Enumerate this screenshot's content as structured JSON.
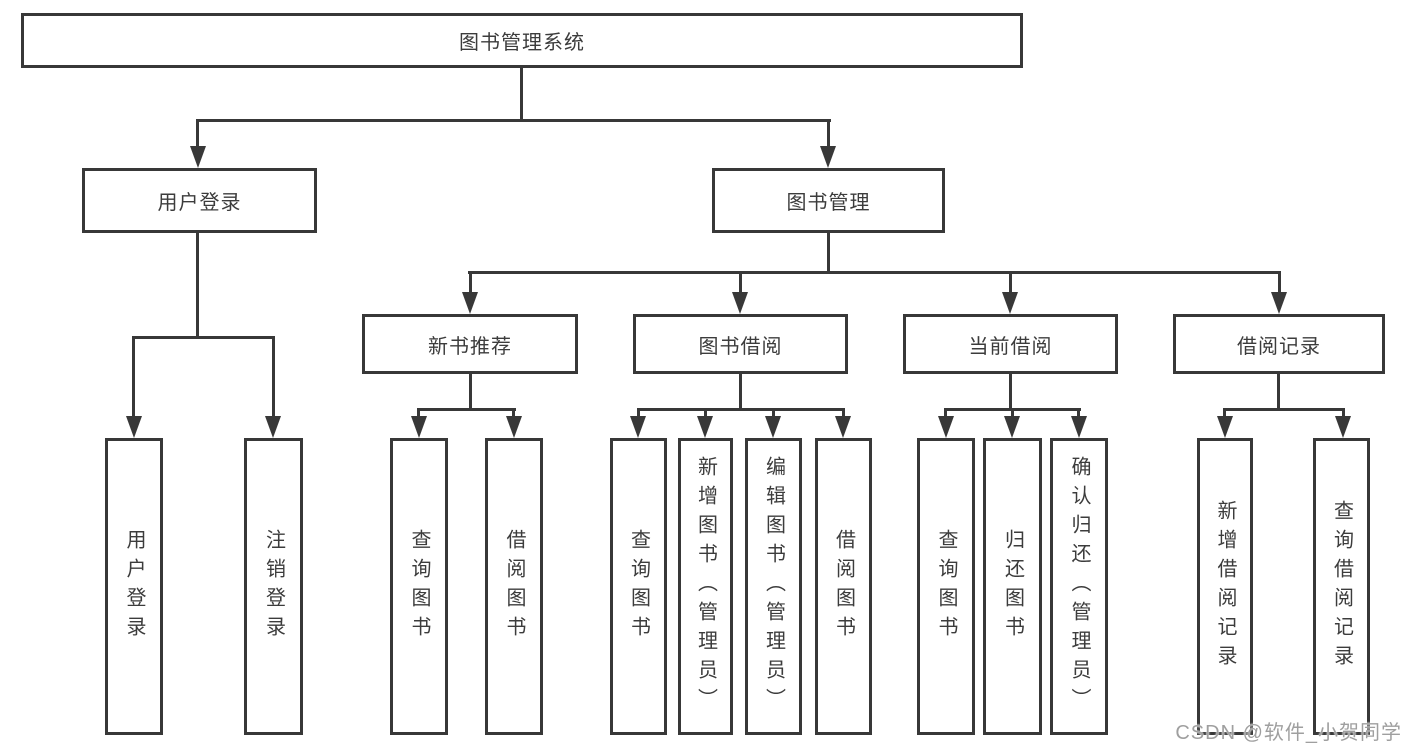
{
  "nodes": {
    "root": "图书管理系统",
    "user_login": "用户登录",
    "book_mgmt": "图书管理",
    "new_book": "新书推荐",
    "book_borrow": "图书借阅",
    "current_borrow": "当前借阅",
    "borrow_record": "借阅记录",
    "leaf_user_login": "用户登录",
    "leaf_logout": "注销登录",
    "leaf_nb_query": "查询图书",
    "leaf_nb_borrow": "借阅图书",
    "leaf_bb_query": "查询图书",
    "leaf_bb_add": "新增图书（管理员）",
    "leaf_bb_edit": "编辑图书（管理员）",
    "leaf_bb_borrow": "借阅图书",
    "leaf_cb_query": "查询图书",
    "leaf_cb_return": "归还图书",
    "leaf_cb_confirm": "确认归还（管理员）",
    "leaf_br_add": "新增借阅记录",
    "leaf_br_query": "查询借阅记录"
  },
  "structure": {
    "root": "图书管理系统",
    "children": [
      {
        "label": "用户登录",
        "children": [
          "用户登录",
          "注销登录"
        ]
      },
      {
        "label": "图书管理",
        "children": [
          {
            "label": "新书推荐",
            "children": [
              "查询图书",
              "借阅图书"
            ]
          },
          {
            "label": "图书借阅",
            "children": [
              "查询图书",
              "新增图书（管理员）",
              "编辑图书（管理员）",
              "借阅图书"
            ]
          },
          {
            "label": "当前借阅",
            "children": [
              "查询图书",
              "归还图书",
              "确认归还（管理员）"
            ]
          },
          {
            "label": "借阅记录",
            "children": [
              "新增借阅记录",
              "查询借阅记录"
            ]
          }
        ]
      }
    ]
  },
  "watermark": "CSDN @软件_小贺同学",
  "colors": {
    "line": "#383838",
    "text": "#3c3c3c",
    "watermark": "#9f9f9f",
    "background": "#ffffff"
  }
}
